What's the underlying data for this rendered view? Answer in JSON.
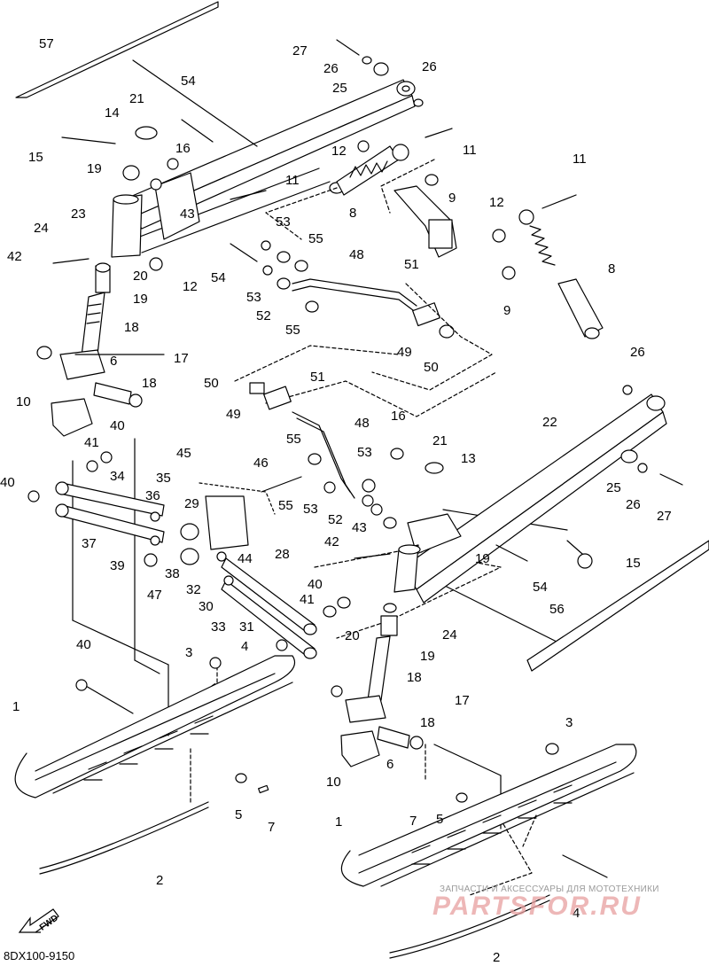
{
  "diagram": {
    "drawing_code": "8DX100-9150",
    "fwd_label": "FWD",
    "watermark_small": "ЗАПЧАСТИ И АКСЕССУАРЫ ДЛЯ МОТОТЕХНИКИ",
    "watermark_large": "PARTSFOR.RU",
    "callouts": [
      {
        "text": "57"
      },
      {
        "text": "27"
      },
      {
        "text": "26"
      },
      {
        "text": "25"
      },
      {
        "text": "26"
      },
      {
        "text": "21"
      },
      {
        "text": "54"
      },
      {
        "text": "14"
      },
      {
        "text": "16"
      },
      {
        "text": "15"
      },
      {
        "text": "12"
      },
      {
        "text": "11"
      },
      {
        "text": "19"
      },
      {
        "text": "11"
      },
      {
        "text": "43"
      },
      {
        "text": "9"
      },
      {
        "text": "11"
      },
      {
        "text": "23"
      },
      {
        "text": "8"
      },
      {
        "text": "12"
      },
      {
        "text": "24"
      },
      {
        "text": "53"
      },
      {
        "text": "55"
      },
      {
        "text": "42"
      },
      {
        "text": "48"
      },
      {
        "text": "54"
      },
      {
        "text": "20"
      },
      {
        "text": "12"
      },
      {
        "text": "53"
      },
      {
        "text": "51"
      },
      {
        "text": "8"
      },
      {
        "text": "19"
      },
      {
        "text": "52"
      },
      {
        "text": "9"
      },
      {
        "text": "55"
      },
      {
        "text": "18"
      },
      {
        "text": "17"
      },
      {
        "text": "49"
      },
      {
        "text": "50"
      },
      {
        "text": "6"
      },
      {
        "text": "18"
      },
      {
        "text": "26"
      },
      {
        "text": "50"
      },
      {
        "text": "51"
      },
      {
        "text": "10"
      },
      {
        "text": "49"
      },
      {
        "text": "48"
      },
      {
        "text": "22"
      },
      {
        "text": "41"
      },
      {
        "text": "40"
      },
      {
        "text": "16"
      },
      {
        "text": "21"
      },
      {
        "text": "45"
      },
      {
        "text": "55"
      },
      {
        "text": "53"
      },
      {
        "text": "13"
      },
      {
        "text": "40"
      },
      {
        "text": "34"
      },
      {
        "text": "46"
      },
      {
        "text": "35"
      },
      {
        "text": "36"
      },
      {
        "text": "55"
      },
      {
        "text": "53"
      },
      {
        "text": "25"
      },
      {
        "text": "26"
      },
      {
        "text": "29"
      },
      {
        "text": "52"
      },
      {
        "text": "27"
      },
      {
        "text": "43"
      },
      {
        "text": "42"
      },
      {
        "text": "37"
      },
      {
        "text": "19"
      },
      {
        "text": "15"
      },
      {
        "text": "39"
      },
      {
        "text": "28"
      },
      {
        "text": "44"
      },
      {
        "text": "54"
      },
      {
        "text": "47"
      },
      {
        "text": "38"
      },
      {
        "text": "32"
      },
      {
        "text": "40"
      },
      {
        "text": "56"
      },
      {
        "text": "41"
      },
      {
        "text": "30"
      },
      {
        "text": "20"
      },
      {
        "text": "24"
      },
      {
        "text": "33"
      },
      {
        "text": "31"
      },
      {
        "text": "4"
      },
      {
        "text": "40"
      },
      {
        "text": "3"
      },
      {
        "text": "19"
      },
      {
        "text": "18"
      },
      {
        "text": "17"
      },
      {
        "text": "1"
      },
      {
        "text": "18"
      },
      {
        "text": "3"
      },
      {
        "text": "6"
      },
      {
        "text": "10"
      },
      {
        "text": "5"
      },
      {
        "text": "7"
      },
      {
        "text": "7"
      },
      {
        "text": "5"
      },
      {
        "text": "1"
      },
      {
        "text": "2"
      },
      {
        "text": "4"
      },
      {
        "text": "2"
      }
    ]
  }
}
